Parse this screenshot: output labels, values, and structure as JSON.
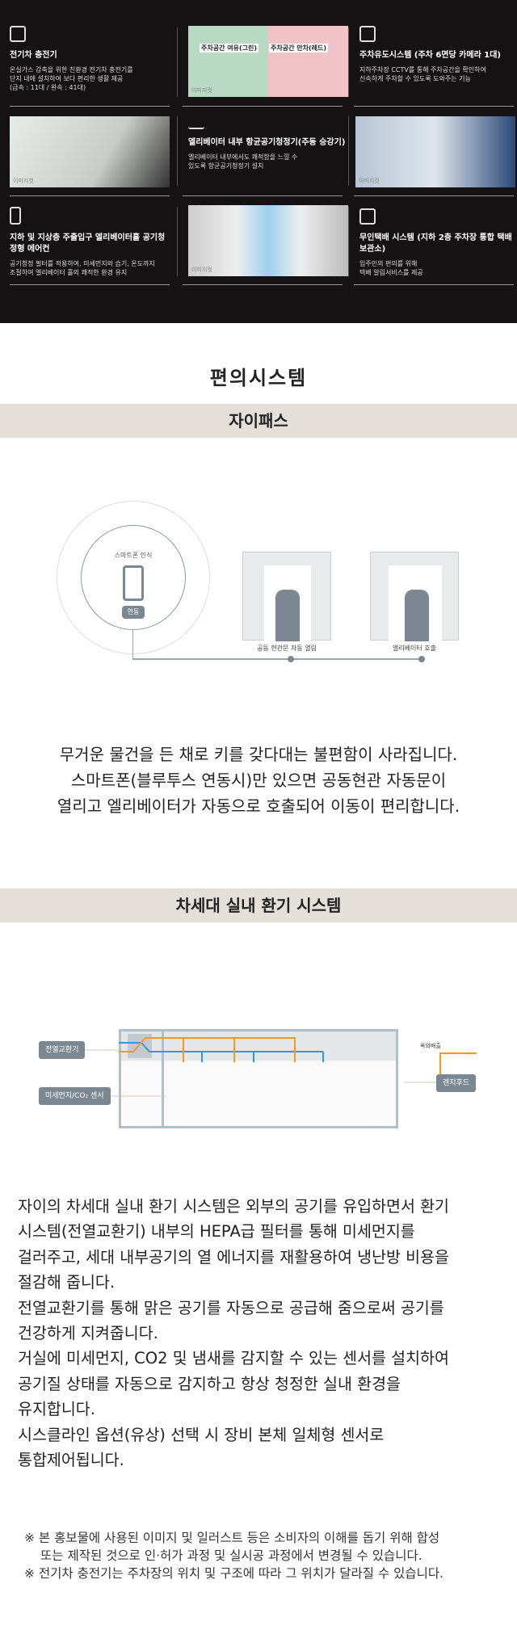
{
  "features": [
    {
      "title": "전기차 충전기",
      "desc": [
        "온실가스 감축을 위한 친환경 전기차 충전기를",
        "단지 내에 설치하여 보다 편리한 생활 제공",
        "(급속 : 11대 / 완속 : 41대)"
      ]
    },
    {
      "title": "주차유도시스템 (주차 6면당 카메라 1대)",
      "desc": [
        "지하주차장 CCTV를 통해 주차공간을 확인하여",
        "신속하게 주차할 수 있도록 도와주는 기능"
      ]
    },
    {
      "title": "엘리베이터 내부 항균공기청정기(주동 승강기)",
      "desc": [
        "엘리베이터 내부에서도 쾌적함을 느낄 수",
        "있도록 항균공기청정기 설치"
      ]
    },
    {
      "title": "지하 및 지상층 주출입구 엘리베이터홀 공기청정형 에어컨",
      "desc": [
        "공기청정 필터를 적용하여, 미세먼지와 습기, 온도까지",
        "조절하여 엘리베이터 홀의 쾌적한 환경 유지"
      ]
    },
    {
      "title": "무인택배 시스템 (지하 2층 주차장 통합 택배보관소)",
      "desc": [
        "입주민의 편의를 위해",
        "택배 알림서비스를 제공"
      ]
    }
  ],
  "parking": {
    "green": "주차공간 여유(그린)",
    "red": "주차공간 만차(레드)"
  },
  "image_caption": "이미지컷",
  "section_title": "편의시스템",
  "xipass": {
    "band": "자이패스",
    "smartphone": "스마트폰 인식",
    "link": "연동",
    "door": "공동 현관문 자동 열림",
    "elevator": "엘리베이터 호출",
    "desc": [
      "무거운 물건을 든 채로 키를 갖다대는 불편함이 사라집니다.",
      "스마트폰(블루투스 연동시)만 있으면 공동현관 자동문이",
      "열리고 엘리베이터가 자동으로 호출되어 이동이 편리합니다."
    ]
  },
  "vent": {
    "band": "차세대 실내 환기 시스템",
    "erv": "전열교환기",
    "sensor": "미세먼지/CO₂ 센서",
    "hood": "렌지후드",
    "exhaust": "옥외배출",
    "desc": [
      "자이의 차세대 실내 환기 시스템은 외부의 공기를 유입하면서 환기",
      "시스템(전열교환기) 내부의 HEPA급 필터를 통해 미세먼지를",
      "걸러주고, 세대 내부공기의 열 에너지를 재활용하여 냉난방 비용을",
      "절감해 줍니다.",
      "전열교환기를 통해 맑은 공기를 자동으로 공급해 줌으로써 공기를",
      "건강하게 지켜줍니다.",
      "거실에 미세먼지, CO2 및 냄새를 감지할 수 있는 센서를 설치하여",
      "공기질 상태를 자동으로 감지하고 항상 청정한 실내 환경을",
      "유지합니다.",
      "시스클라인 옵션(유상) 선택 시 장비 본체 일체형 센서로",
      "통합제어됩니다."
    ]
  },
  "notes": [
    "※ 본 홍보물에 사용된 이미지 및 일러스트 등은 소비자의 이해를 돕기 위해 합성",
    "또는 제작된 것으로 인·허가 과정 및 실시공 과정에서 변경될 수 있습니다.",
    "※ 전기차 충전기는 주차장의 위치 및 구조에 따라 그 위치가 달라질 수 있습니다."
  ],
  "colors": {
    "dark": "#151213",
    "band": "#e4dfd9",
    "orange": "#f39a1e",
    "blue": "#2a9be0"
  }
}
